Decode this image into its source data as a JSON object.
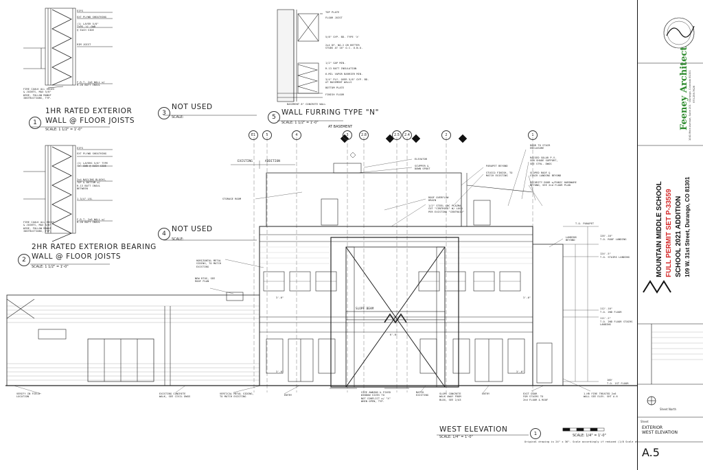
{
  "details": {
    "d1": {
      "number": "1",
      "title_line1": "1HR RATED EXTERIOR",
      "title_line2": "WALL @ FLOOR JOISTS",
      "scale": "SCALE: 1 1/2\" = 1'-0\"",
      "labels": [
        "EIFS",
        "EXT PLYWD SHEATHING",
        "(1) LAYER 5/8\"\nTYPE 'X' GWB\n@ EACH SIDE",
        "RIM JOIST",
        "FIRE CAULK ALL EDGES\n& JOINTS, MAX 5/8\"\nWIDE, FOLLOW MANUF\nINSTRUCTIONS, TYP.",
        "F.R.T. 2x6 WALL w/\nR-20 BATT INSUL"
      ]
    },
    "d2": {
      "number": "2",
      "title_line1": "2HR RATED EXTERIOR BEARING",
      "title_line2": "WALL @ FLOOR JOISTS",
      "scale": "SCALE: 1 1/2\" = 1'-0\"",
      "labels": [
        "EIFS",
        "EXT PLYWD SHEATHING",
        "(2) LAYERS 5/8\" TYPE\n'X' GWB @ EACH SIDE",
        "2x4 NAILING BLOCKS,\nTOP & BOTTOM w/\nR-13 BATT INSUL\nBETWEEN",
        "1 3/4\" LVL",
        "FIRE CAULK ALL EDGES\n& JOINTS, MAX 5/8\"\nWIDE, FOLLOW MANUF\nINSTRUCTIONS, TYP.",
        "F.R.T. 2x6 WALL w/\nR-20 BATT INSUL"
      ]
    },
    "d3": {
      "number": "3",
      "title": "NOT USED",
      "scale": "SCALE:"
    },
    "d4": {
      "number": "4",
      "title": "NOT USED",
      "scale": "SCALE:"
    },
    "d5": {
      "number": "5",
      "title": "WALL FURRING TYPE \"N\"",
      "scale": "SCALE: 1 1/2\" = 1'-0\"",
      "sub": "AT BASEMENT",
      "labels": [
        "TOP PLATE",
        "FLOOR JOIST",
        "5/8\" GYP. BD. TYPE 'X'",
        "2x4 DF. NO.2 OR BETTER\nSTUDS AT 16\" O.C. U.N.O.",
        "1/2\" GAP MIN.",
        "R-13 BATT INSULATION",
        "6-MIL VAPOR BARRIER MIN.",
        "3/4\" PLY. OVER 5/8\" GYP. BD.\nAT BASEMENT WALLS",
        "BOTTOM PLATE",
        "FINISH FLOOR",
        "BASEMENT 8\" CONCRETE WALL"
      ]
    }
  },
  "elevation": {
    "title": "WEST ELEVATION",
    "scale": "SCALE: 1/4\" = 1'-0\"",
    "number": "1",
    "grid_labels": [
      "E1",
      "5",
      "4",
      "3",
      "2.8",
      "2.5",
      "2.4",
      "2",
      "1"
    ],
    "existing": "EXISTING",
    "addition": "ADDITION",
    "levels": [
      {
        "name": "T.O. PARAPET",
        "elev": ""
      },
      {
        "name": "T.O. ROOF LANDING",
        "elev": "126'-10\""
      },
      {
        "name": "T.O. STAIRS LANDING",
        "elev": "124'-5\""
      },
      {
        "name": "T.O. 2ND FLOOR",
        "elev": "112'-10\""
      },
      {
        "name": "T.O. 2ND FLOOR STAIRS LANDING",
        "elev": "111'-2\""
      },
      {
        "name": "T.O. 1ST FLOOR",
        "elev": "100'"
      }
    ],
    "notes_top": [
      "ELEVATOR",
      "SCUPPER &\nDOWN SPOUT",
      "PARAPET BEYOND",
      "STUCCO FINISH, TO\nMATCH EXISTING",
      "ROOF OVERFLOW\nDRAIN",
      "1/2\" STEEL CNC PLAZMA\nCUT \"CENTROID\" W/ LOGO\nPER EXISTING \"CENTROID\"",
      "DOOR TO STAIR\nENCLOSURE",
      "RAISED SOLAR P.V.\nSUN SHADE SUPPORT,\nSEE STRL. DWGS",
      "SLOPED ROOF &\nSTAIR LANDING BEYOND",
      "SECURITY DOOR w/PANIC HARDWARE\nBEYOND, SEE 2nd FLOOR PLAN",
      "LANDING\nBEYOND"
    ],
    "notes_left": [
      "STORAGE ROOM",
      "HORIZONTAL METAL\nSIDING, TO MATCH\nEXISTING",
      "NEW RTUS, SEE\nROOF PLAN",
      "VERIFY IN FIELD\nLOCATION",
      "EXISTING CONCRETE\nWALK, SEE CIVIL DWGS",
      "VERTICAL METAL SIDING,\nTO MATCH EXISTING"
    ],
    "notes_bottom": [
      "ENTRY",
      "SIZE AWNING & FIXED\nWINDOW SIZES TO\nNOT CONFLICT w/ \"X\"\nWHEN OPEN, TYP.",
      "MATCH\nEXISTING",
      "SLOPE CONCRETE\nWALK AWAY FROM\nBLDG, SEE 2/A3",
      "ENTRY",
      "EXIT DOOR\nFOR STAIRS TO\n2nd FLOOR & ROOF",
      "1-HR FIRE TREATED 2x6\nWALL SEE ELEV. SHT A.6"
    ],
    "beam_label": "SLOPE BEAM",
    "dim_labels": [
      "6'-0\"",
      "3'-6\"",
      "3'-6\"",
      "3'-6\"",
      "3'-6\""
    ],
    "scale_note": "Original drawing is 24\" x 36\". Scale accordingly if reduced (1/8 Scale at 11x17)"
  },
  "title_block": {
    "firm": "Feeney Architect",
    "firm_addr": "1041 Main Avenue, Suite 201 · Durango, Colorado 81301",
    "firm_phone": "970.259.7626",
    "project": "MOUNTAIN MIDDLE SCHOOL",
    "permit": "FULL PERMIT SET P-33559",
    "addition": "SCHOOL 2021 ADDITION",
    "address": "109 W. 31st Street, Durango, CO 81301",
    "sheet_title_label": "Sheet",
    "sheet_title": "EXTERIOR\nWEST ELEVATION",
    "sheet_number": "A.5",
    "sheet_north": "Sheet North",
    "colors": {
      "firm_green": "#2e8b2e",
      "permit_red": "#d42a2a",
      "ink": "#111111"
    }
  }
}
